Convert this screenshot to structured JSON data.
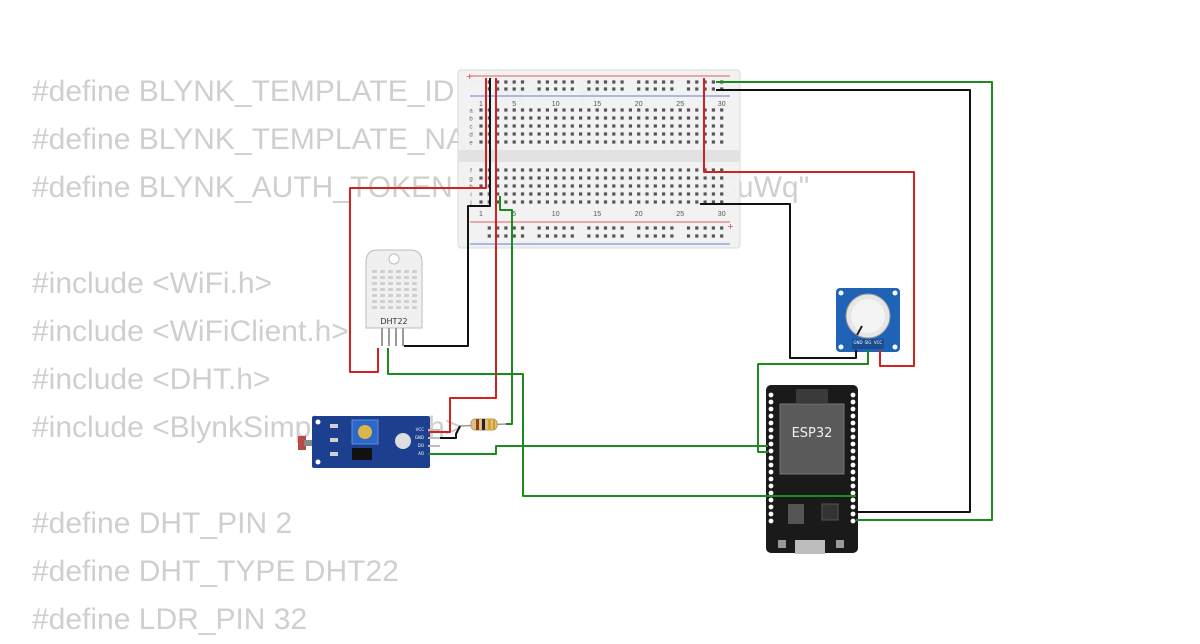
{
  "code_lines": [
    "#define BLYNK_TEMPLATE_ID \"TMPL...R\"",
    "#define BLYNK_TEMPLATE_NAME \"...Monitoring\"",
    "#define BLYNK_AUTH_TOKEN \"...y9h9JatLrDnqP06uWq\"",
    "",
    "#include <WiFi.h>",
    "#include <WiFiClient.h>",
    "#include <DHT.h>",
    "#include <BlynkSimpleEsp32.h>",
    "",
    "#define DHT_PIN 2",
    "#define DHT_TYPE DHT22",
    "#define LDR_PIN 32"
  ],
  "components": {
    "breadboard": {
      "col_numbers_top": [
        "1",
        "5",
        "10",
        "15",
        "20",
        "25",
        "30"
      ],
      "col_numbers_bottom": [
        "1",
        "5",
        "10",
        "15",
        "20",
        "25",
        "30"
      ],
      "row_letters_top": [
        "a",
        "b",
        "c",
        "d",
        "e"
      ],
      "row_letters_bottom": [
        "f",
        "g",
        "h",
        "i",
        "j"
      ]
    },
    "dht22": {
      "label": "DHT22"
    },
    "esp32": {
      "label": "ESP32"
    },
    "ldr_module": {
      "pin_labels": [
        "VCC",
        "GND",
        "DO",
        "AO"
      ]
    },
    "potentiometer": {
      "pin_labels": [
        "GND",
        "SIG",
        "VCC"
      ]
    }
  },
  "colors": {
    "code_text": "#cfcfcf",
    "wire_red": "#d42020",
    "wire_green": "#1d8a1d",
    "wire_black": "#111111",
    "pcb_blue": "#1d3f8f",
    "esp32_board": "#1a1a1a",
    "breadboard": "#f2f2f2"
  }
}
